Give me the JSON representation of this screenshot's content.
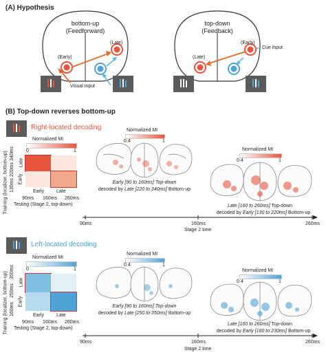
{
  "panel_a": {
    "heading": "(A) Hypothesis",
    "left": {
      "title": "bottom-up",
      "subtitle": "(Feedforward)",
      "early": "(Early)",
      "late": "(Late)",
      "input": "Visual input"
    },
    "right": {
      "title": "top-down",
      "subtitle": "(Feedback)",
      "early": "(Early)",
      "late": "(Late)",
      "input": "Cue input"
    }
  },
  "panel_b": {
    "heading": "(B) Top-down reverses bottom-up",
    "right_section": {
      "title": "Right-located decoding",
      "title_color": "#e8553c",
      "colorbar_label": "Normalized MI",
      "cb_min": "0",
      "cb_max": "1",
      "ylabel_line1": "Training (localizer, bottom-up)",
      "y_late": "Late",
      "y_early": "Early",
      "y_ticks": [
        "130ms",
        "220ms",
        "340ms"
      ],
      "x_early": "Early",
      "x_late": "Late",
      "x_ticks": [
        "90ms",
        "160ms",
        "260ms"
      ],
      "xlabel": "Testing (Stage 2, top-down)",
      "brain1": {
        "cb_label": "Normalized MI",
        "cb_min": "0.4",
        "cb_max": "1",
        "cap1": "Early [90 to 160ms] Top-down",
        "cap2a": "decoded by ",
        "cap2b": "Late [220 to 340ms]",
        "cap2c": " Bottom-up"
      },
      "brain2": {
        "cb_label": "Normalized MI",
        "cb_min": "0.4",
        "cb_max": "1",
        "cap1a": "Late [160 to 260ms]",
        "cap1b": " Top-down",
        "cap2a": "decoded by ",
        "cap2b": "Early [130 to 220ms]",
        "cap2c": " Bottom-up"
      },
      "timeline": {
        "t1": "90ms",
        "t2": "160ms",
        "t3": "260ms",
        "label": "Stage 2 time"
      }
    },
    "left_section": {
      "title": "Left-located decoding",
      "title_color": "#4fa3d6",
      "colorbar_label": "Normalized MI",
      "cb_min": "0",
      "cb_max": "1",
      "ylabel_line1": "Training (localizer, bottom-up)",
      "y_late": "Late",
      "y_early": "Early",
      "y_ticks": [
        "160ms",
        "250ms",
        "350ms"
      ],
      "x_early": "Early",
      "x_late": "Late",
      "x_ticks": [
        "90ms",
        "160ms",
        "260ms"
      ],
      "xlabel": "Testing (Stage 2, top-down)",
      "brain1": {
        "cb_label": "Normalized MI",
        "cb_min": "0.4",
        "cb_max": "1",
        "cap1": "Early [90 to 160ms] Top-down",
        "cap2a": "decoded by ",
        "cap2b": "Late [250 to 350ms]",
        "cap2c": " Bottom-up"
      },
      "brain2": {
        "cb_label": "Normalized MI",
        "cb_min": "0.4",
        "cb_max": "1",
        "cap1a": "Late [160 to 260ms]",
        "cap1b": " Top-down",
        "cap2a": "decoded by ",
        "cap2b": "Early [160 to 230ms]",
        "cap2c": " Bottom-up"
      },
      "timeline": {
        "t1": "90ms",
        "t2": "160ms",
        "t3": "260ms",
        "label": "Stage 2 time"
      }
    }
  },
  "colors": {
    "red": "#e8553c",
    "blue": "#4fa3d6",
    "arrow_orange": "#e06a2c",
    "arrow_cyan": "#5bb8d6"
  }
}
